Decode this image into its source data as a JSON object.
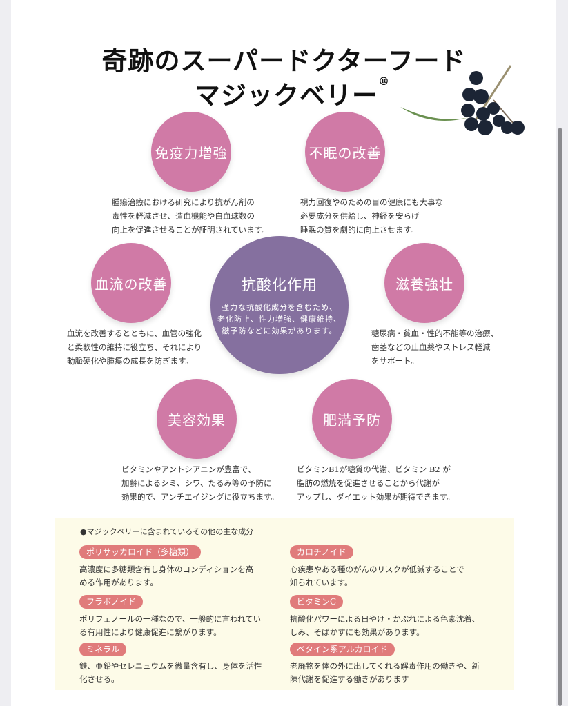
{
  "title": {
    "line1": "奇跡のスーパードクターフード",
    "line2": "マジックベリー",
    "mark": "®"
  },
  "benefits": [
    {
      "name": "免疫力増強",
      "lines": [
        "腫瘍治療における研究により抗がん剤の",
        "毒性を軽減させ、造血機能や白血球数の",
        "向上を促進させることが証明されています。"
      ]
    },
    {
      "name": "不眠の改善",
      "lines": [
        "視力回復やのための目の健康にも大事な",
        "必要成分を供給し、神経を安らげ",
        "睡眠の質を劇的に向上させます。"
      ]
    },
    {
      "name": "血流の改善",
      "lines": [
        "血流を改善するとともに、血管の強化",
        "と柔軟性の維持に役立ち、それにより",
        "動脈硬化や腫瘍の成長を防ぎます。"
      ]
    },
    {
      "name": "抗酸化作用",
      "lines": [
        "強力な抗酸化成分を含むため、",
        "老化防止、性力増強、健康維持、",
        "皺予防などに効果があります。"
      ]
    },
    {
      "name": "滋養強壮",
      "lines": [
        "糖尿病・貧血・性的不能等の治療、",
        "歯茎などの止血薬やストレス軽減",
        "をサポート。"
      ]
    },
    {
      "name": "美容効果",
      "lines": [
        "ビタミンやアントシアニンが豊富で、",
        "加齢によるシミ、シワ、たるみ等の予防に",
        "効果的で、アンチエイジングに役立ちます。"
      ]
    },
    {
      "name": "肥満予防",
      "lines": [
        "ビタミンB1が糖質の代謝、ビタミン B2 が",
        "脂肪の燃焼を促進させることから代謝が",
        "アップし、ダイエット効果が期待できます。"
      ]
    }
  ],
  "components": {
    "heading": "●マジックベリーに含まれているその他の主な成分",
    "items": [
      {
        "tag": "ポリサッカロイド（多糖類）",
        "lines": [
          "高濃度に多糖類含有し身体のコンディションを高",
          "める作用があります。"
        ]
      },
      {
        "tag": "カロチノイド",
        "lines": [
          "心疾患やある種のがんのリスクが低減することで",
          "知られています。"
        ]
      },
      {
        "tag": "フラボノイド",
        "lines": [
          "ポリフェノールの一種なので、一般的に言われてい",
          "る有用性により健康促進に繋がります。"
        ]
      },
      {
        "tag": "ビタミンC",
        "lines": [
          "抗酸化パワーによる日やけ・かぶれによる色素沈着、",
          "しみ、そばかすにも効果があります。"
        ]
      },
      {
        "tag": "ミネラル",
        "lines": [
          "鉄、亜鉛やセレニュウムを微量含有し、身体を活性",
          "化させる。"
        ]
      },
      {
        "tag": "ベタイン系アルカロイド",
        "lines": [
          "老廃物を体の外に出してくれる解毒作用の働きや、新",
          "陳代謝を促進する働きがあります"
        ]
      }
    ]
  },
  "colors": {
    "pink": "#d07aa6",
    "purple": "#85709f",
    "tag": "#e07b7b",
    "box": "#fdfbe8"
  }
}
